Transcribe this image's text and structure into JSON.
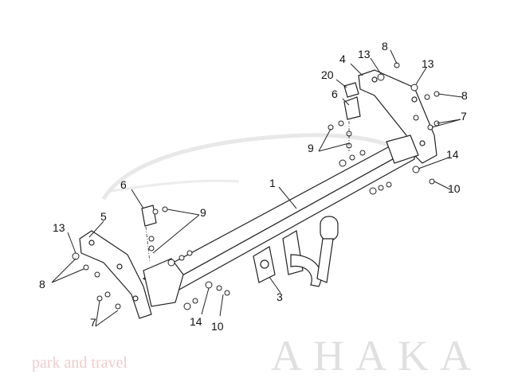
{
  "watermark": {
    "brand": "AHAKA",
    "tagline": "park and travel"
  },
  "labels": [
    {
      "id": "p8-top",
      "text": "8"
    },
    {
      "id": "p13-top-left",
      "text": "13"
    },
    {
      "id": "p13-top-right",
      "text": "13"
    },
    {
      "id": "p4",
      "text": "4"
    },
    {
      "id": "p20",
      "text": "20"
    },
    {
      "id": "p8-right",
      "text": "8"
    },
    {
      "id": "p6-right",
      "text": "6"
    },
    {
      "id": "p7-right",
      "text": "7"
    },
    {
      "id": "p9-right",
      "text": "9"
    },
    {
      "id": "p14-right",
      "text": "14"
    },
    {
      "id": "p10-right",
      "text": "10"
    },
    {
      "id": "p1",
      "text": "1"
    },
    {
      "id": "p6-left",
      "text": "6"
    },
    {
      "id": "p9-left",
      "text": "9"
    },
    {
      "id": "p13-left",
      "text": "13"
    },
    {
      "id": "p5",
      "text": "5"
    },
    {
      "id": "p8-left",
      "text": "8"
    },
    {
      "id": "p3",
      "text": "3"
    },
    {
      "id": "p7-left",
      "text": "7"
    },
    {
      "id": "p14-left",
      "text": "14"
    },
    {
      "id": "p10-left",
      "text": "10"
    }
  ]
}
